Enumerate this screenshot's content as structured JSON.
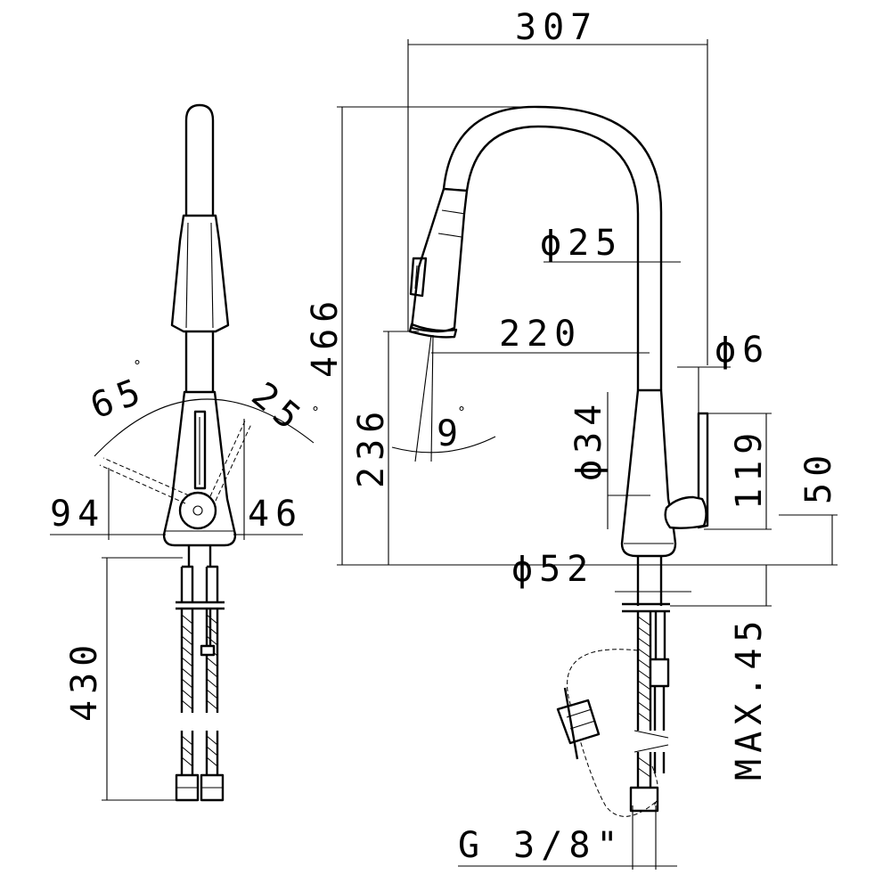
{
  "drawing": {
    "front_view": {
      "angle_left": "65",
      "angle_right": "25",
      "degree_mark": "°",
      "width_left": "94",
      "width_right": "46",
      "hose_length": "430"
    },
    "side_view": {
      "overall_reach": "307",
      "overall_height": "466",
      "spout_diameter": "ϕ25",
      "spray_reach": "220",
      "lever_diameter": "ϕ6",
      "spray_height": "236",
      "spray_angle": "9",
      "body_diameter": "ϕ34",
      "lever_height": "119",
      "lever_offset": "50",
      "base_diameter": "ϕ52",
      "max_thickness": "MAX.45",
      "thread": "G 3/8\""
    }
  }
}
